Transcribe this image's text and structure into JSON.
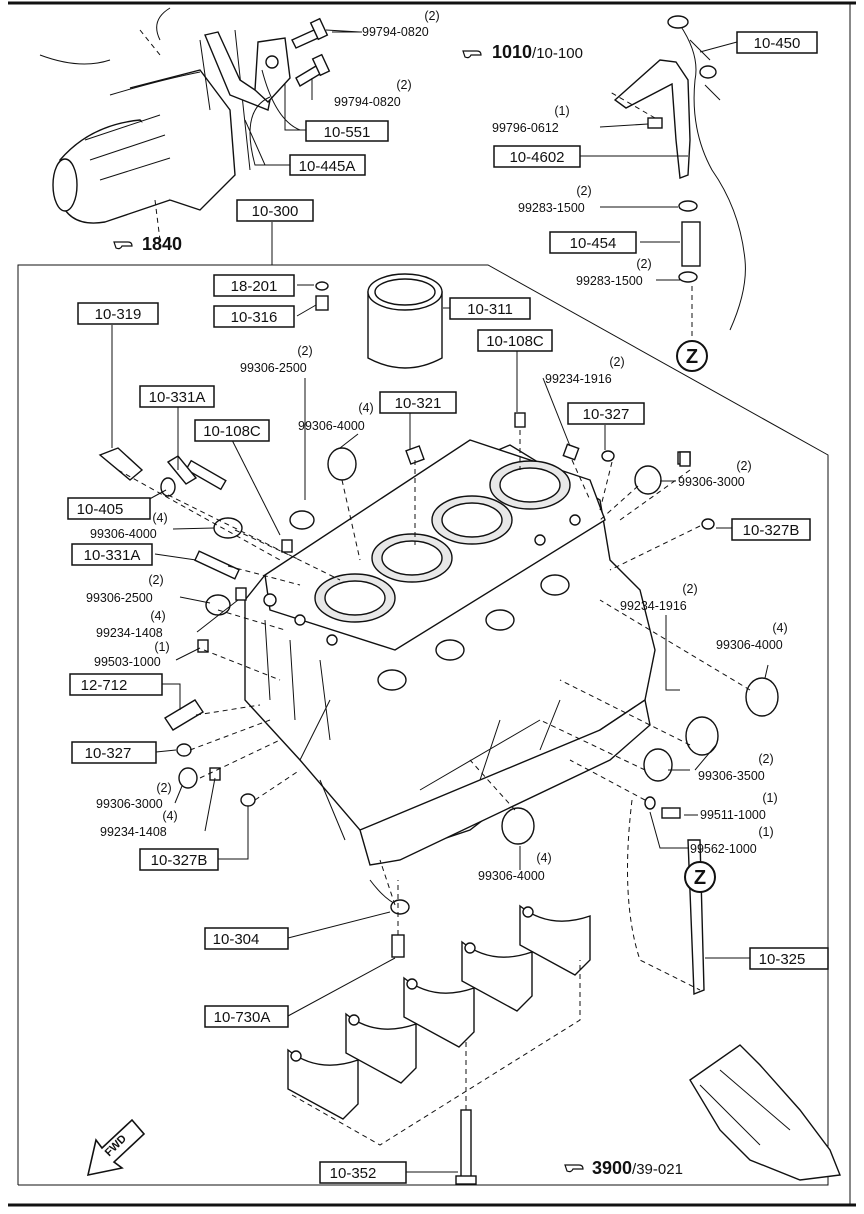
{
  "labels": {
    "p10_450": "10-450",
    "p10_551": "10-551",
    "p10_445A": "10-445A",
    "p10_4602": "10-4602",
    "p10_300": "10-300",
    "p10_454": "10-454",
    "p18_201": "18-201",
    "p10_311": "10-311",
    "p10_316": "10-316",
    "p10_319": "10-319",
    "p10_108C_a": "10-108C",
    "p10_331A_a": "10-331A",
    "p10_321": "10-321",
    "p10_327_a": "10-327",
    "p10_108C_b": "10-108C",
    "p10_405": "10-405",
    "p10_327B_a": "10-327B",
    "p10_331A_b": "10-331A",
    "p12_712": "12-712",
    "p10_327_b": "10-327",
    "p10_327B_b": "10-327B",
    "p10_304": "10-304",
    "p10_325": "10-325",
    "p10_730A": "10-730A",
    "p10_352": "10-352"
  },
  "numbers": {
    "n1": {
      "qty": "(2)",
      "pn": "99794-0820"
    },
    "n2": {
      "qty": "(2)",
      "pn": "99794-0820"
    },
    "n3": {
      "qty": "(1)",
      "pn": "99796-0612"
    },
    "n4": {
      "qty": "(2)",
      "pn": "99283-1500"
    },
    "n5": {
      "qty": "(2)",
      "pn": "99283-1500"
    },
    "n6": {
      "qty": "(2)",
      "pn": "99306-2500"
    },
    "n7": {
      "qty": "(2)",
      "pn": "99234-1916"
    },
    "n8": {
      "qty": "(4)",
      "pn": "99306-4000"
    },
    "n9": {
      "qty": "(2)",
      "pn": "99306-3000"
    },
    "n10": {
      "qty": "(4)",
      "pn": "99306-4000"
    },
    "n11": {
      "qty": "(2)",
      "pn": "99306-2500"
    },
    "n12": {
      "qty": "(4)",
      "pn": "99234-1408"
    },
    "n13": {
      "qty": "(1)",
      "pn": "99503-1000"
    },
    "n14": {
      "qty": "(2)",
      "pn": "99234-1916"
    },
    "n15": {
      "qty": "(4)",
      "pn": "99306-4000"
    },
    "n16": {
      "qty": "(2)",
      "pn": "99306-3500"
    },
    "n17": {
      "qty": "(2)",
      "pn": "99306-3000"
    },
    "n18": {
      "qty": "(4)",
      "pn": "99234-1408"
    },
    "n19": {
      "qty": "(1)",
      "pn": "99511-1000"
    },
    "n20": {
      "qty": "(1)",
      "pn": "99562-1000"
    },
    "n21": {
      "qty": "(4)",
      "pn": "99306-4000"
    }
  },
  "refs": {
    "r1010": {
      "main": "1010",
      "sub": "/10-100"
    },
    "r1840": {
      "main": "1840",
      "sub": ""
    },
    "r3900": {
      "main": "3900",
      "sub": "/39-021"
    }
  },
  "markers": {
    "z1": "Z",
    "z2": "Z"
  },
  "fwd": "FWD",
  "icons": {
    "pointer": "pointing-hand-icon"
  }
}
